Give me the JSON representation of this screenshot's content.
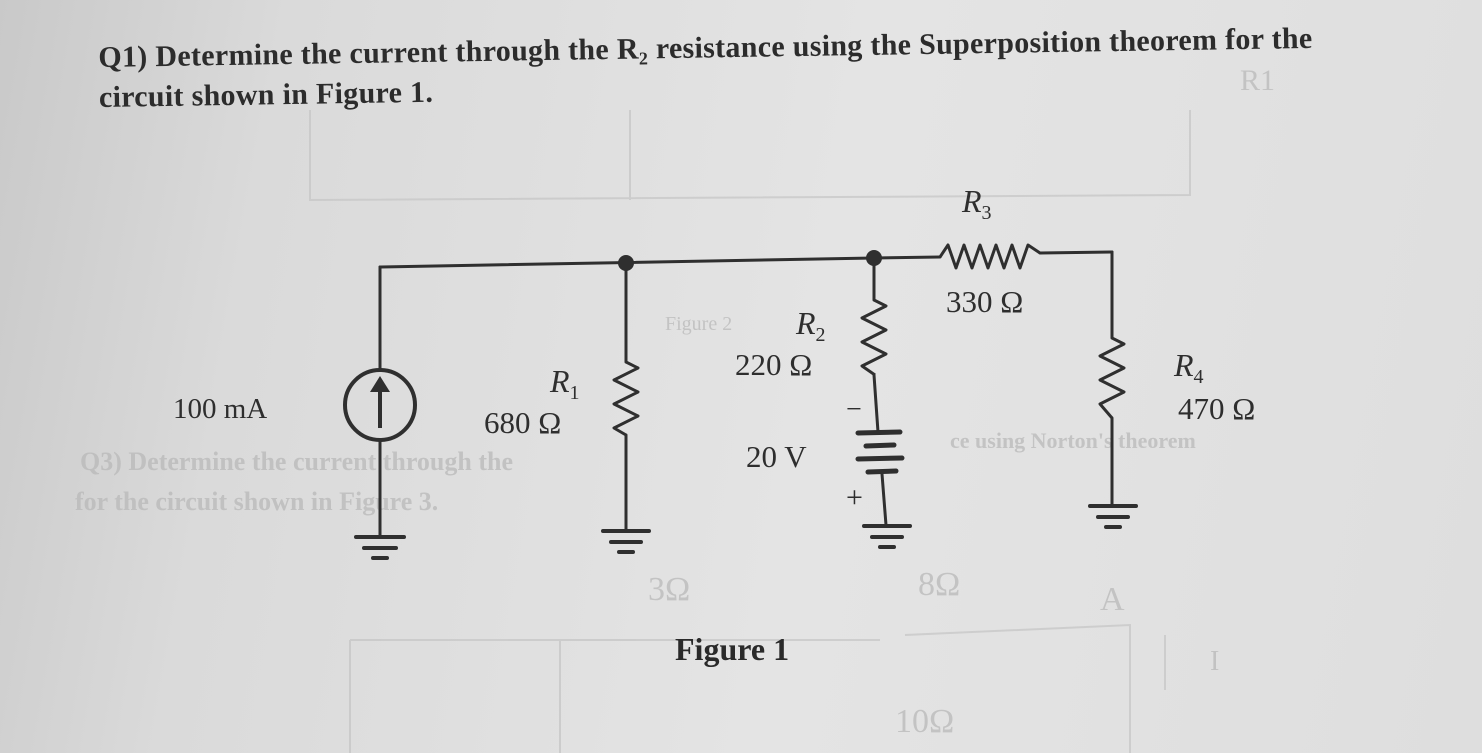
{
  "question": {
    "number": "Q1)",
    "text": "Determine the current through the R₂ resistance using the Superposition theorem for the circuit shown in Figure 1."
  },
  "figure": {
    "caption": "Figure 1",
    "current_source": {
      "value": "100 mA"
    },
    "resistors": [
      {
        "id": "R1",
        "value": "680 Ω"
      },
      {
        "id": "R2",
        "value": "220 Ω"
      },
      {
        "id": "R3",
        "value": "330 Ω"
      },
      {
        "id": "R4",
        "value": "470 Ω"
      }
    ],
    "voltage_source": {
      "value": "20 V",
      "top_sign": "−",
      "bottom_sign": "+"
    }
  },
  "colors": {
    "ink": "#2c2c2c",
    "paper": "#e2e2e2",
    "bleed": "#b9b9b9"
  }
}
